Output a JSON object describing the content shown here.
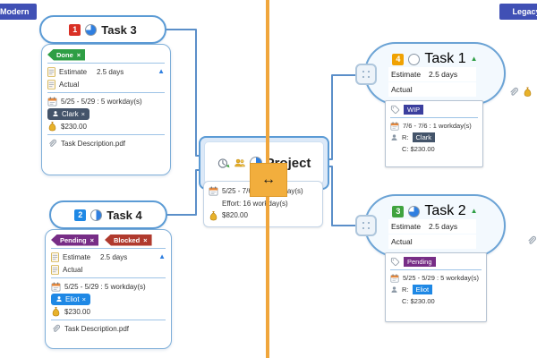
{
  "header": {
    "modern_label": "Modern",
    "legacy_label": "Legacy"
  },
  "glyphs": {
    "close": "×",
    "collapse_up": "▲",
    "resize_arrow": "↔"
  },
  "colors": {
    "accent_blue": "#5B9BD5",
    "connector_blue": "#5B8FC9",
    "divider_orange": "#F0A63C",
    "badge_red": "#D93025",
    "badge_blue": "#1E88E5",
    "badge_orange": "#F0A202",
    "badge_green": "#3FA33F",
    "tag_done": "#2E9E44",
    "tag_pending": "#772D86",
    "tag_blocked": "#B03A2E",
    "tag_wip": "#3B3F9E",
    "chip_clark": "#44546A",
    "chip_eliot": "#1E88E5",
    "pie_blue": "#2F7FE0"
  },
  "project": {
    "title": "Project",
    "progress_pct": 60,
    "dates": "5/25 - 7/6 : 31 workday(s)",
    "effort": "Effort: 16 workday(s)",
    "cost": "$820.00"
  },
  "task3": {
    "badge": "1",
    "title": "Task 3",
    "progress_pct": 75,
    "tags": [
      {
        "label": "Done"
      }
    ],
    "estimate_label": "Estimate",
    "estimate_value": "2.5 days",
    "actual_label": "Actual",
    "dates": "5/25 - 5/29 : 5 workday(s)",
    "assignee": "Clark",
    "cost": "$230.00",
    "attachment": "Task Description.pdf"
  },
  "task4": {
    "badge": "2",
    "title": "Task 4",
    "progress_pct": 50,
    "tags": [
      {
        "label": "Pending"
      },
      {
        "label": "Blocked"
      }
    ],
    "estimate_label": "Estimate",
    "estimate_value": "2.5 days",
    "actual_label": "Actual",
    "dates": "5/25 - 5/29 : 5 workday(s)",
    "assignee": "Eliot",
    "cost": "$230.00",
    "attachment": "Task Description.pdf"
  },
  "task1": {
    "badge": "4",
    "title": "Task 1",
    "progress_pct": 0,
    "estimate_label": "Estimate",
    "estimate_value": "2.5 days",
    "actual_label": "Actual",
    "tag": "WIP",
    "dates": "7/6 - 7/6 : 1 workday(s)",
    "resource_prefix": "R:",
    "assignee": "Clark",
    "cost": "C: $230.00"
  },
  "task2": {
    "badge": "3",
    "title": "Task 2",
    "progress_pct": 75,
    "estimate_label": "Estimate",
    "estimate_value": "2.5 days",
    "actual_label": "Actual",
    "tag": "Pending",
    "dates": "5/25 - 5/29 : 5 workday(s)",
    "resource_prefix": "R:",
    "assignee": "Eliot",
    "cost": "C: $230.00"
  }
}
